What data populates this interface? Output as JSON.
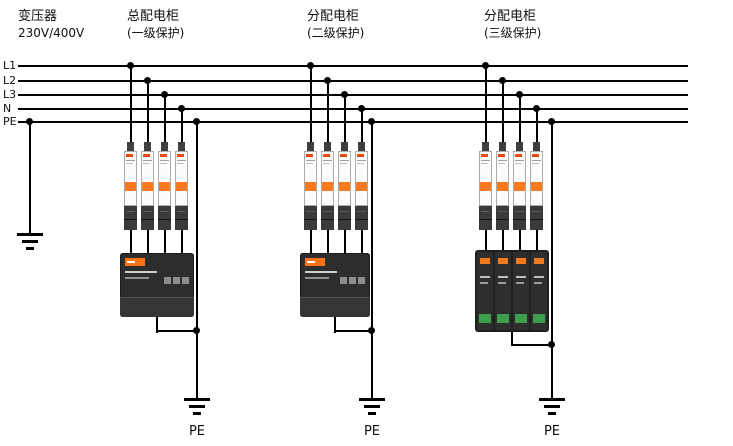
{
  "diagram": {
    "transformer": {
      "title": "变压器",
      "subtitle": "230V/400V"
    },
    "cabinets": [
      {
        "title": "总配电柜",
        "subtitle": "(一级保护)"
      },
      {
        "title": "分配电柜",
        "subtitle": "(二级保护)"
      },
      {
        "title": "分配电柜",
        "subtitle": "(三级保护)"
      }
    ],
    "bus_lines": [
      "L1",
      "L2",
      "L3",
      "N",
      "PE"
    ],
    "earth_labels": [
      "PE",
      "PE",
      "PE"
    ],
    "colors": {
      "wire": "#000000",
      "device_accent_orange": "#f97316",
      "breaker_logo_red": "#e8490f",
      "breaker_band_orange": "#f97a1f",
      "spd_body_dark": "#2d2d2d",
      "spd3_terminal_green": "#3f9e4d"
    }
  }
}
